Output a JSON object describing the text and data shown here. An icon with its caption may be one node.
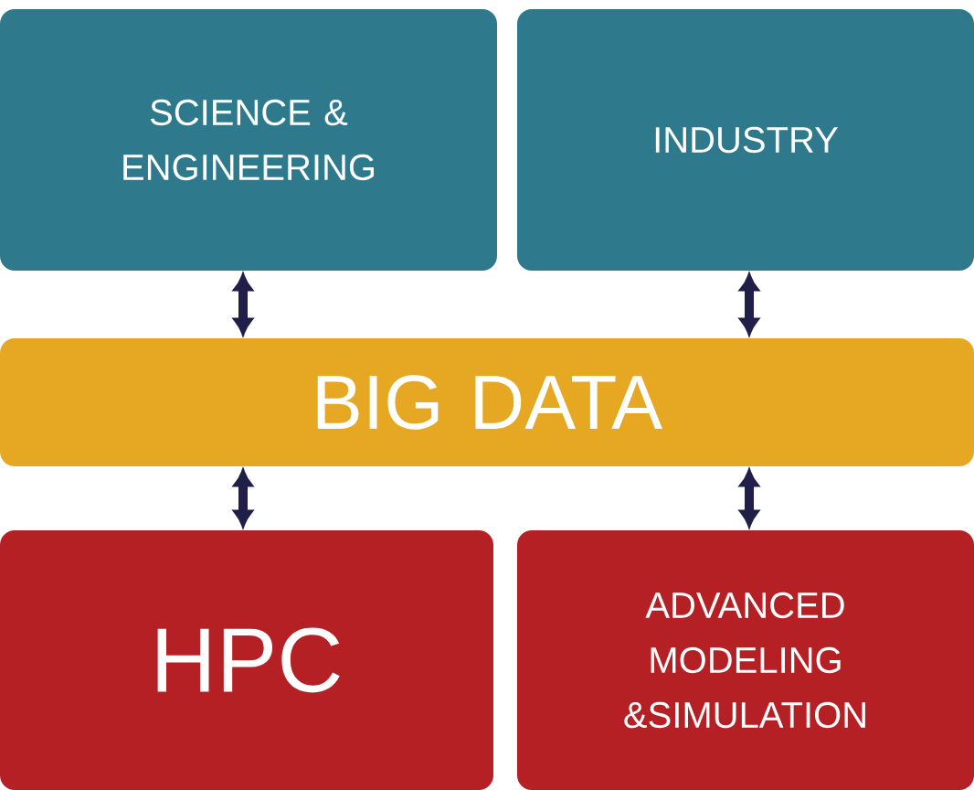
{
  "diagram": {
    "nodes": [
      {
        "text": [
          "SCIENCE & ENGINEERING"
        ]
      },
      {
        "text": [
          "INDUSTRY"
        ]
      },
      {
        "text": [
          "BIG DATA"
        ]
      },
      {
        "text": [
          "HPC"
        ]
      },
      {
        "text": [
          "ADVANCED MODELING &SIMULATION"
        ]
      }
    ],
    "edges": [
      {
        "from": 0,
        "to": 2,
        "arrow": "both"
      },
      {
        "from": 1,
        "to": 2,
        "arrow": "both"
      },
      {
        "from": 2,
        "to": 3,
        "arrow": "both"
      },
      {
        "from": 2,
        "to": 4,
        "arrow": "both"
      }
    ]
  }
}
